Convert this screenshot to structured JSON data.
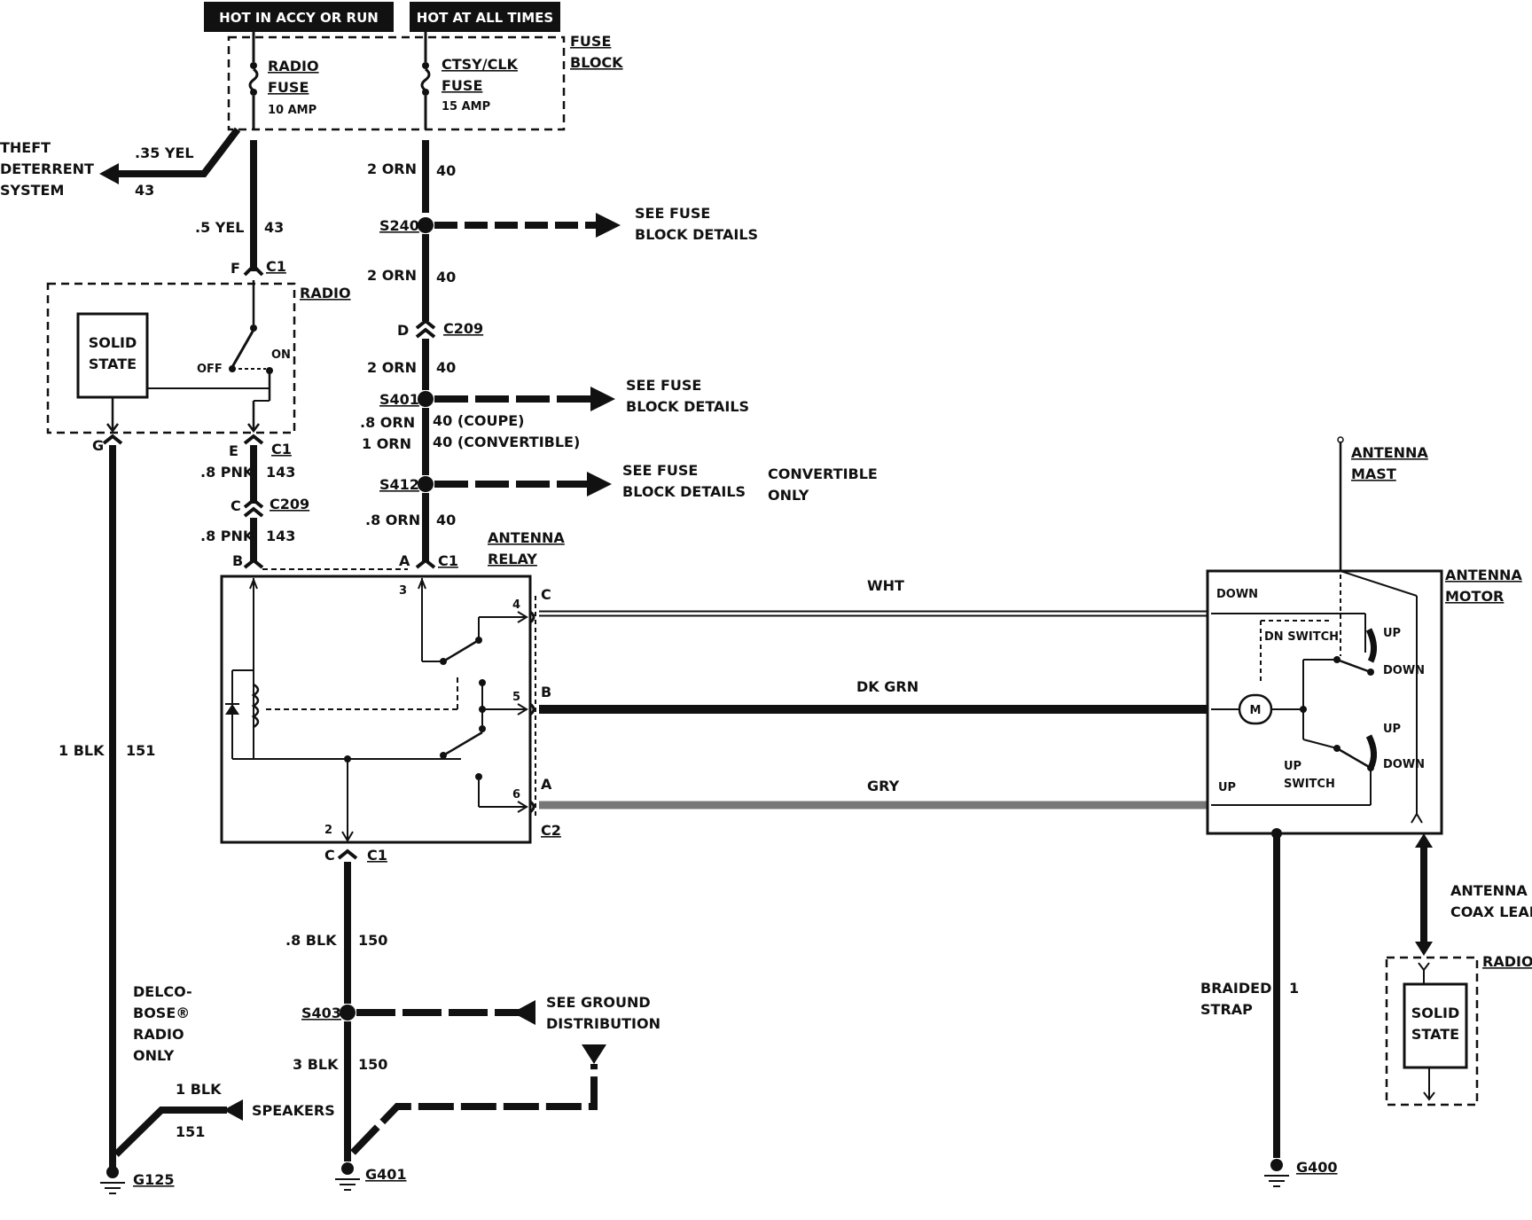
{
  "headers": {
    "hot_accy_run": "HOT IN ACCY  OR RUN",
    "hot_all_times": "HOT AT ALL TIMES"
  },
  "fuse_block": {
    "label": [
      "FUSE",
      "BLOCK"
    ],
    "radio_fuse": [
      "RADIO",
      "FUSE",
      "10 AMP"
    ],
    "ctsy_fuse": [
      "CTSY/CLK",
      "FUSE",
      "15 AMP"
    ]
  },
  "theft": {
    "label": [
      "THEFT",
      "DETERRENT",
      "SYSTEM"
    ],
    "wire": ".35 YEL",
    "circuit": "43"
  },
  "wires": {
    "yel5": ".5 YEL",
    "c43": "43",
    "orn2": "2 ORN",
    "c40": "40",
    "orn8": ".8 ORN",
    "orn1": "1 ORN",
    "c40_coupe": "40 (COUPE)",
    "c40_conv": "40 (CONVERTIBLE)",
    "pnk8": ".8 PNK",
    "c143": "143",
    "blk1": "1 BLK",
    "c151": "151",
    "blk8": ".8 BLK",
    "c150": "150",
    "blk3": "3 BLK",
    "wht": "WHT",
    "dkgrn": "DK GRN",
    "gry": "GRY",
    "braided": [
      "BRAIDED",
      "STRAP"
    ],
    "c1": "1"
  },
  "splices": {
    "s240": "S240",
    "s401": "S401",
    "s412": "S412",
    "s403": "S403"
  },
  "see": {
    "fuse": [
      "SEE FUSE",
      "BLOCK DETAILS"
    ],
    "ground": [
      "SEE GROUND",
      "DISTRIBUTION"
    ],
    "convertible": [
      "CONVERTIBLE",
      "ONLY"
    ]
  },
  "connectors": {
    "F": "F",
    "C1": "C1",
    "D": "D",
    "C209": "C209",
    "E": "E",
    "C": "C",
    "B": "B",
    "A": "A",
    "G": "G",
    "C2": "C2",
    "n2": "2",
    "n3": "3",
    "n4": "4",
    "n5": "5",
    "n6": "6"
  },
  "radio": {
    "label": "RADIO",
    "solid_state": [
      "SOLID",
      "STATE"
    ],
    "off": "OFF",
    "on": "ON"
  },
  "antenna_relay": [
    "ANTENNA",
    "RELAY"
  ],
  "antenna_mast": [
    "ANTENNA",
    "MAST"
  ],
  "antenna_motor": {
    "label": [
      "ANTENNA",
      "MOTOR"
    ],
    "down": "DOWN",
    "up": "UP",
    "dn_switch": "DN SWITCH",
    "up_switch": [
      "UP",
      "SWITCH"
    ],
    "m": "M"
  },
  "coax": [
    "ANTENNA",
    "COAX LEAD"
  ],
  "delco": [
    "DELCO-",
    "BOSE®",
    "RADIO",
    "ONLY"
  ],
  "speakers": {
    "label": "SPEAKERS",
    "wire": "1 BLK",
    "circuit": "151"
  },
  "grounds": {
    "g125": "G125",
    "g401": "G401",
    "g400": "G400"
  }
}
